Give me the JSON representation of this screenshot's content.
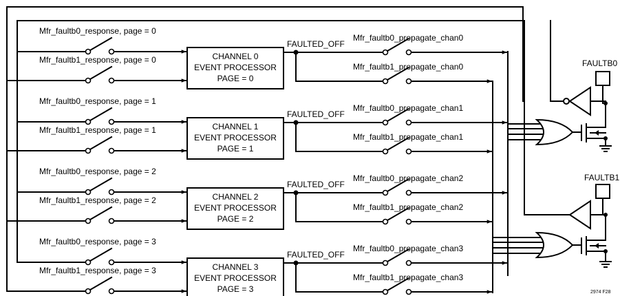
{
  "channels": [
    {
      "response0_label": "Mfr_faultb0_response, page = 0",
      "response1_label": "Mfr_faultb1_response, page = 0",
      "box_line1": "CHANNEL 0",
      "box_line2": "EVENT PROCESSOR",
      "box_line3": "PAGE = 0",
      "faulted_label": "FAULTED_OFF",
      "propagate0_label": "Mfr_faultb0_propagate_chan0",
      "propagate1_label": "Mfr_faultb1_propagate_chan0"
    },
    {
      "response0_label": "Mfr_faultb0_response, page = 1",
      "response1_label": "Mfr_faultb1_response, page = 1",
      "box_line1": "CHANNEL 1",
      "box_line2": "EVENT PROCESSOR",
      "box_line3": "PAGE = 1",
      "faulted_label": "FAULTED_OFF",
      "propagate0_label": "Mfr_faultb0_propagate_chan1",
      "propagate1_label": "Mfr_faultb1_propagate_chan1"
    },
    {
      "response0_label": "Mfr_faultb0_response, page = 2",
      "response1_label": "Mfr_faultb1_response, page = 2",
      "box_line1": "CHANNEL 2",
      "box_line2": "EVENT PROCESSOR",
      "box_line3": "PAGE = 2",
      "faulted_label": "FAULTED_OFF",
      "propagate0_label": "Mfr_faultb0_propagate_chan2",
      "propagate1_label": "Mfr_faultb1_propagate_chan2"
    },
    {
      "response0_label": "Mfr_faultb0_response, page = 3",
      "response1_label": "Mfr_faultb1_response, page = 3",
      "box_line1": "CHANNEL 3",
      "box_line2": "EVENT PROCESSOR",
      "box_line3": "PAGE = 3",
      "faulted_label": "FAULTED_OFF",
      "propagate0_label": "Mfr_faultb0_propagate_chan3",
      "propagate1_label": "Mfr_faultb1_propagate_chan3"
    }
  ],
  "pins": {
    "faultb0": "FAULTB0",
    "faultb1": "FAULTB1"
  },
  "figure_id": "2974 F28"
}
